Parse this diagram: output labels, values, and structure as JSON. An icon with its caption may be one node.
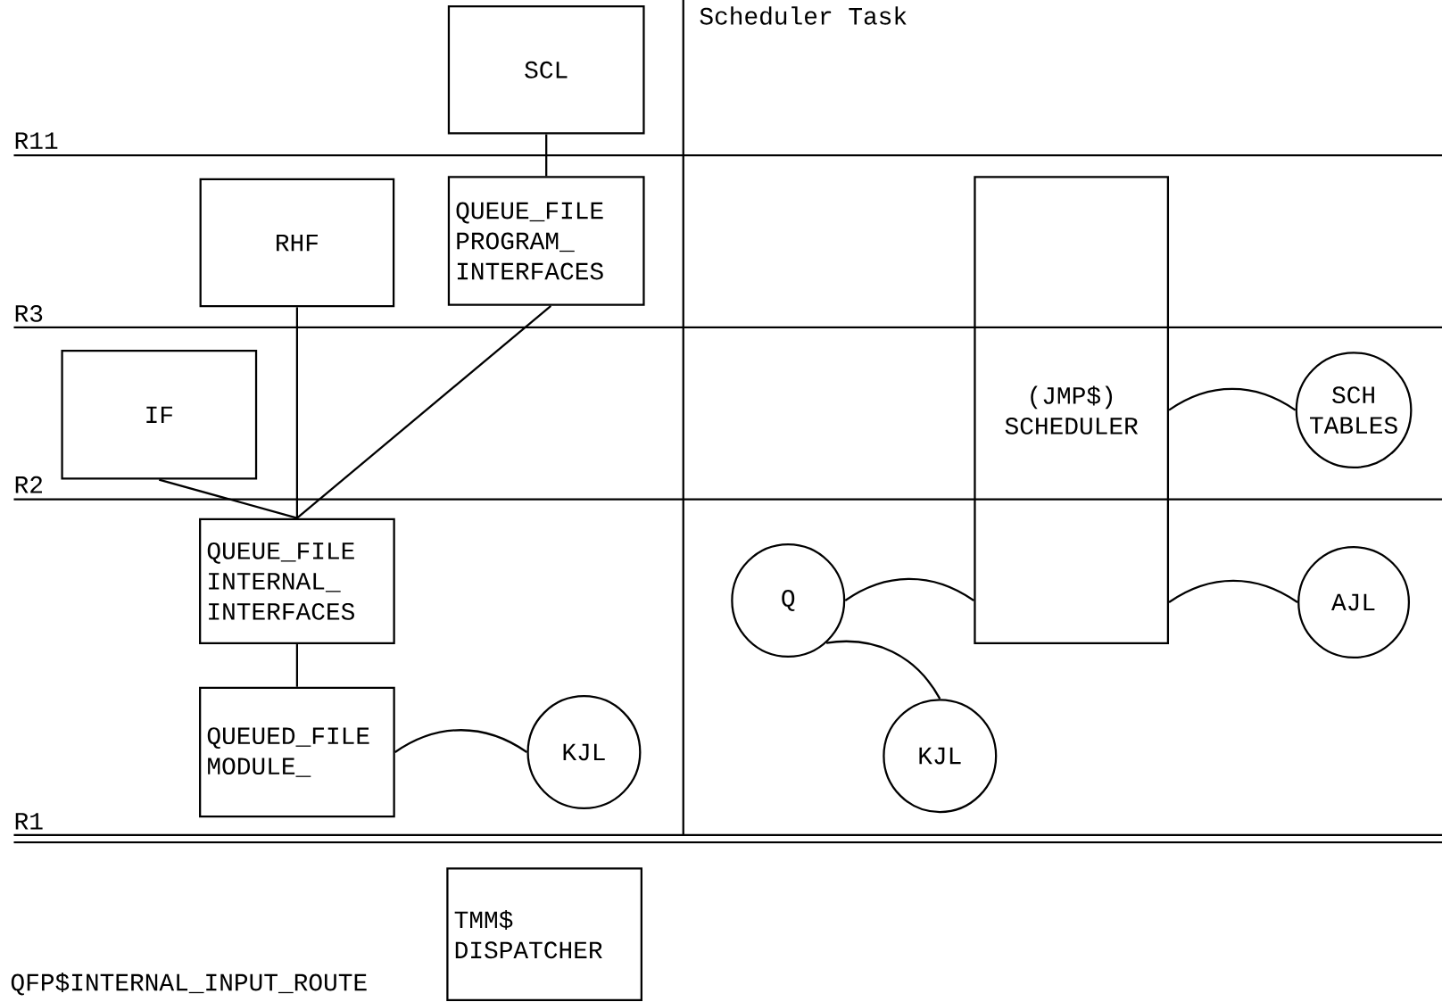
{
  "diagram": {
    "nodes": [
      {
        "text": [
          "SCL"
        ]
      },
      {
        "text": [
          "RHF"
        ]
      },
      {
        "text": [
          "QUEUE_FILE PROGRAM_ INTERFACES"
        ]
      },
      {
        "text": [
          "IF"
        ]
      },
      {
        "text": [
          "QUEUE_FILE INTERNAL_ INTERFACES"
        ]
      },
      {
        "text": [
          "QUEUED_FILE MODULE_"
        ]
      },
      {
        "text": [
          "KJL"
        ]
      },
      {
        "text": [
          "TMM$ DISPATCHER"
        ]
      },
      {
        "text": [
          "(JMP$) SCHEDULER"
        ]
      },
      {
        "text": [
          "SCH TABLES"
        ]
      },
      {
        "text": [
          "Q"
        ]
      },
      {
        "text": [
          "AJL"
        ]
      },
      {
        "text": [
          "KJL"
        ]
      }
    ],
    "edges": [
      {
        "from": 0,
        "to": 2,
        "arrow": "none"
      },
      {
        "from": 1,
        "to": 4,
        "arrow": "none"
      },
      {
        "from": 2,
        "to": 4,
        "arrow": "none"
      },
      {
        "from": 3,
        "to": 4,
        "arrow": "none"
      },
      {
        "from": 4,
        "to": 5,
        "arrow": "none"
      },
      {
        "from": 5,
        "to": 6,
        "arrow": "none"
      },
      {
        "from": 8,
        "to": 9,
        "arrow": "none"
      },
      {
        "from": 10,
        "to": 8,
        "arrow": "none"
      },
      {
        "from": 8,
        "to": 11,
        "arrow": "none"
      },
      {
        "from": 10,
        "to": 12,
        "arrow": "none"
      }
    ],
    "labels": [
      "Scheduler Task",
      "R11",
      "R3",
      "R2",
      "R1",
      "QFP$INTERNAL_INPUT_ROUTE"
    ]
  }
}
